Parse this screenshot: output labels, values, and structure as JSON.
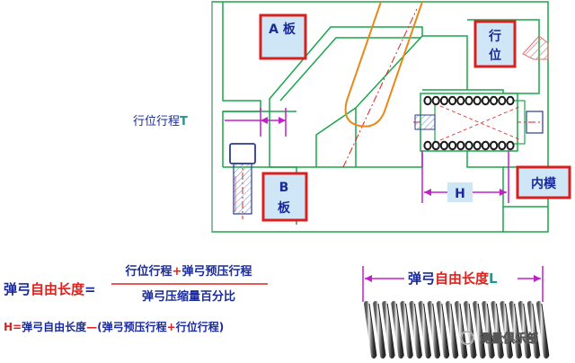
{
  "labels": {
    "plate_a": "A 板",
    "plate_b_line1": "B",
    "plate_b_line2": "板",
    "slider_line1": "行",
    "slider_line2": "位",
    "inner_mold": "内模",
    "slider_travel_text": "行位行程",
    "slider_travel_letter": "T",
    "h_dimension": "H",
    "spring_length_text": "弹弓",
    "spring_length_red": "自由长度",
    "spring_length_letter": "L",
    "watermark": "测量俱乐部"
  },
  "formula1": {
    "lhs_black": "弹弓",
    "lhs_red": "自由长度",
    "equals": "=",
    "numerator_a": "行位行程",
    "plus": "+",
    "numerator_b": "弹弓预压行程",
    "denominator": "弹弓压缩量百分比"
  },
  "formula2": {
    "h_letter": "H",
    "equals": "=",
    "text_a": "弹弓自由长度",
    "minus": "—",
    "open_paren": "(",
    "text_b": "弹弓预压行程",
    "plus": "+",
    "text_c": "行位行程",
    "close_paren": ")"
  },
  "colors": {
    "mold_line": "#1aa64a",
    "orange_pin": "#e8891a",
    "red_box": "#d8211f",
    "label_fill": "#cfe6f7",
    "magenta": "#c020c8",
    "blue_text": "#1a2a9a",
    "pink_hatch": "#e07070",
    "formula_red": "#e0201c",
    "teal_letter": "#1a9c8c"
  }
}
